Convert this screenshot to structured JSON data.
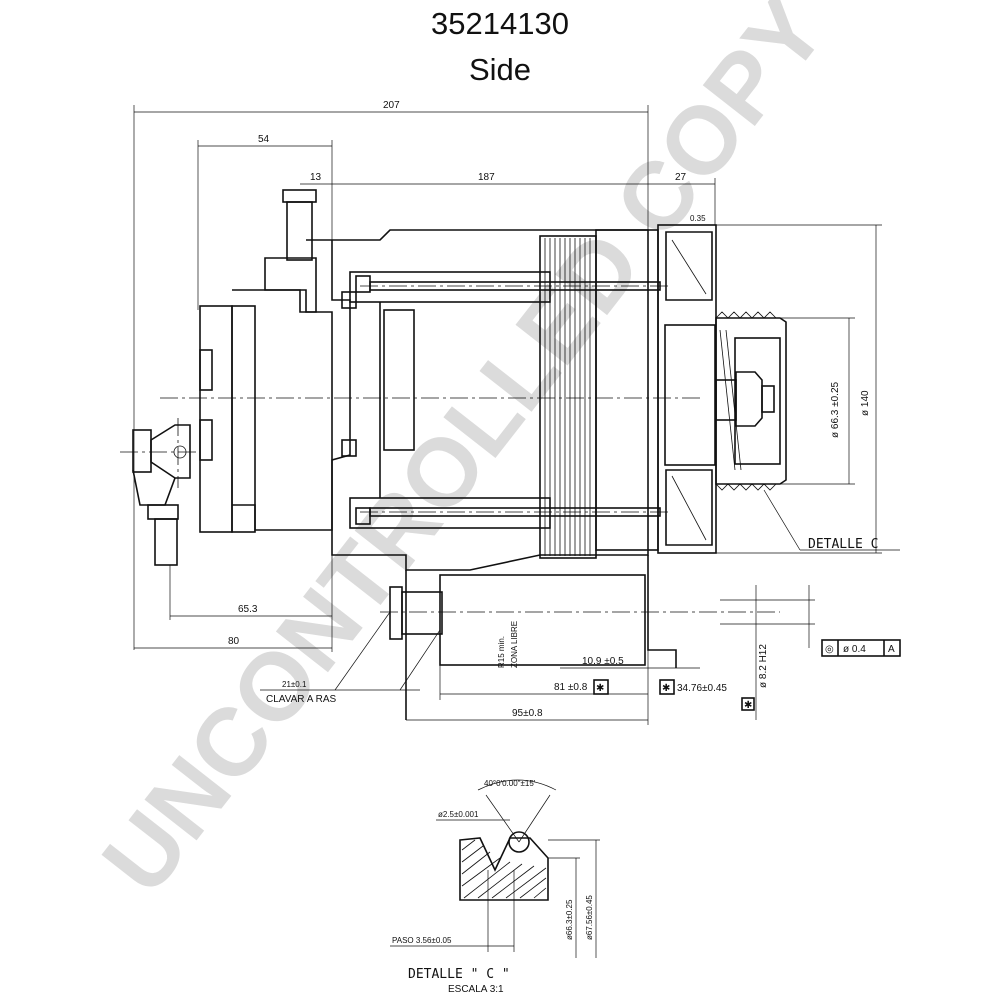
{
  "title": "35214130",
  "subtitle": "Side",
  "watermark": "UNCONTROLLED COPY",
  "dimensions": {
    "overall": "207",
    "d54": "54",
    "d13": "13",
    "d187": "187",
    "d27": "27",
    "d65": "65.3",
    "d80": "80",
    "d81": "81 ±0.8",
    "d95": "95±0.8",
    "d109": "10.9 ±0.5",
    "d3476": "34.76±0.45",
    "d21": "21±0.1",
    "clavar": "CLAVAR A RAS",
    "pulley_dia": "ø 66.3 ±0.25",
    "housing_dia": "ø 140",
    "bolt_dia": "ø 8.2 H12",
    "r15": "R15 min.",
    "zona": "ZONA LIBRE",
    "small035": "0.35",
    "detalle_c": "DETALLE C"
  },
  "tolerance": {
    "symbol": "◎",
    "value": "ø 0.4",
    "datum": "A"
  },
  "detail": {
    "angle": "40°0'0.00\"±15'",
    "radius": "ø2.5±0.001",
    "paso": "PASO 3.56±0.05",
    "d663": "ø66.3±0.25",
    "d6756": "ø67.56±0.45",
    "title": "DETALLE \" C \"",
    "scale": "ESCALA 3:1"
  }
}
